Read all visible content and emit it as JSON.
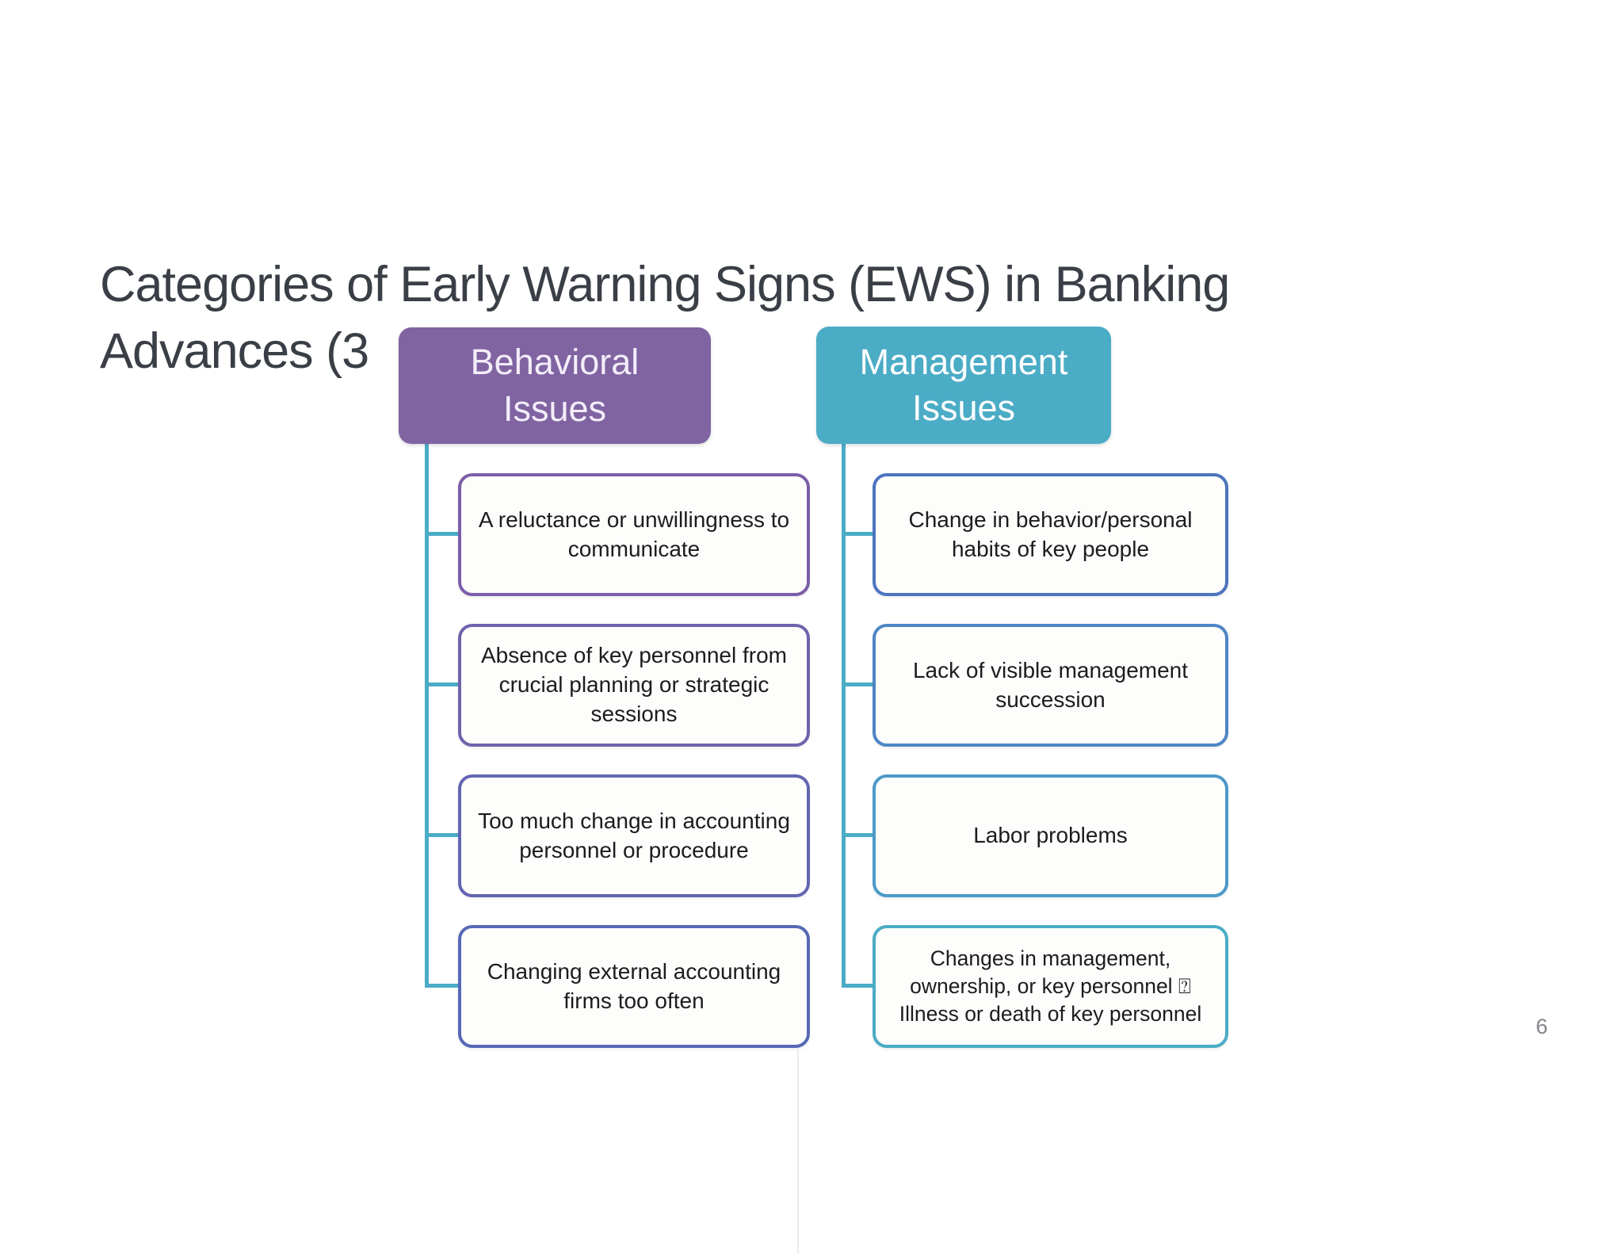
{
  "slide": {
    "title_line1": "Categories of Early Warning Signs (EWS) in Banking",
    "title_line2": "Advances (3",
    "title_color": "#3a3e46",
    "page_number": "6",
    "background_color": "#ffffff"
  },
  "diagram": {
    "connector_color": "#4bacc6",
    "node_fill_color": "#fdfdfb",
    "columns": [
      {
        "id": "behavioral-issues",
        "header": {
          "label": "Behavioral\nIssues",
          "bg_color": "#8064a2",
          "text_color": "#f3edf9"
        },
        "items": [
          {
            "text": "A reluctance or unwillingness to\ncommunicate",
            "border_color": "#7b5ea7"
          },
          {
            "text": "Absence of key personnel from\ncrucial planning or strategic\nsessions",
            "border_color": "#6f63ac"
          },
          {
            "text": "Too much change in accounting\npersonnel or procedure",
            "border_color": "#6366b1"
          },
          {
            "text": "Changing external accounting\nfirms too often",
            "border_color": "#5669b6"
          }
        ]
      },
      {
        "id": "management-issues",
        "header": {
          "label": "Management\nIssues",
          "bg_color": "#4bacc6",
          "text_color": "#fdfeff"
        },
        "items": [
          {
            "text": "Change in behavior/personal\nhabits of key people",
            "border_color": "#4c74bf"
          },
          {
            "text": "Lack of visible management\nsuccession",
            "border_color": "#4d86c4"
          },
          {
            "text": "Labor problems",
            "border_color": "#4c9ac9"
          },
          {
            "text": "Changes in management,\nownership, or key personnel ⍰\nIllness or death of key personnel",
            "border_color": "#4bacc6"
          }
        ]
      }
    ]
  }
}
